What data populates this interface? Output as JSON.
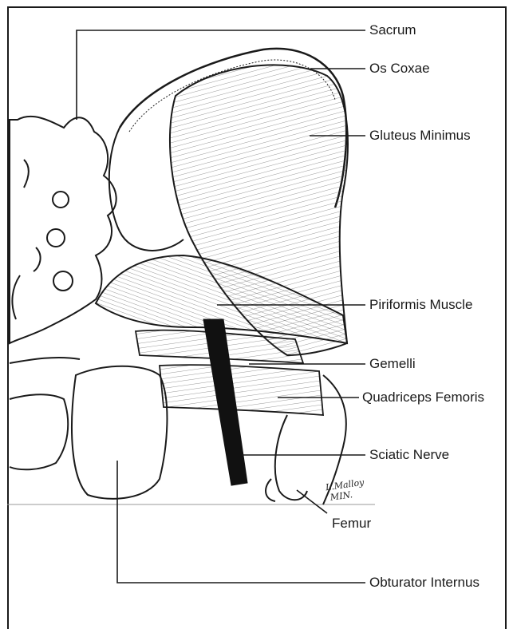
{
  "labels": {
    "sacrum": "Sacrum",
    "os_coxae": "Os Coxae",
    "gluteus_minimus": "Gluteus Minimus",
    "piriformis": "Piriformis Muscle",
    "gemelli": "Gemelli",
    "quadriceps_femoris": "Quadriceps Femoris",
    "sciatic_nerve": "Sciatic Nerve",
    "femur": "Femur",
    "obturator_internus": "Obturator Internus"
  },
  "signature": {
    "line1": "L.Malloy",
    "line2": "MIN."
  },
  "colors": {
    "ink": "#1a1a1a",
    "nerve": "#111111",
    "paper": "#ffffff"
  }
}
